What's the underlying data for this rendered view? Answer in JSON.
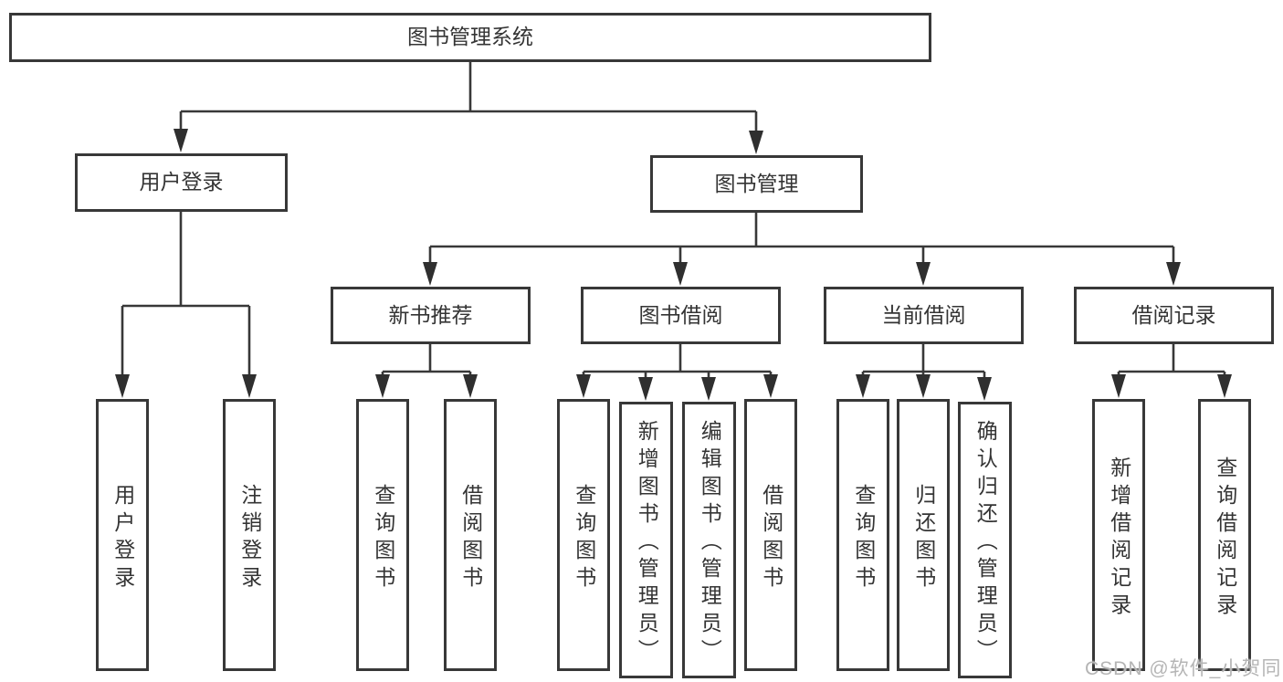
{
  "title": "图书管理系统",
  "level2": {
    "user_login": "用户登录",
    "book_management": "图书管理"
  },
  "level3": {
    "new_book_recommend": "新书推荐",
    "book_borrow": "图书借阅",
    "current_borrow": "当前借阅",
    "borrow_records": "借阅记录"
  },
  "leaves": {
    "user_login": "用户登录",
    "logout": "注销登录",
    "recommend_query_books": "查询图书",
    "recommend_borrow_books": "借阅图书",
    "borrow_query_books": "查询图书",
    "borrow_add_books_admin": "新增图书（管理员）",
    "borrow_edit_books_admin": "编辑图书（管理员）",
    "borrow_borrow_books": "借阅图书",
    "current_query_books": "查询图书",
    "current_return_books": "归还图书",
    "current_confirm_return_admin": "确认归还（管理员）",
    "records_add_record": "新增借阅记录",
    "records_query_record": "查询借阅记录"
  },
  "watermark": "CSDN @软件_小贺同学",
  "colors": {
    "line": "#383838",
    "text": "#343434",
    "watermark": "#b5b5b5",
    "background": "#ffffff"
  }
}
